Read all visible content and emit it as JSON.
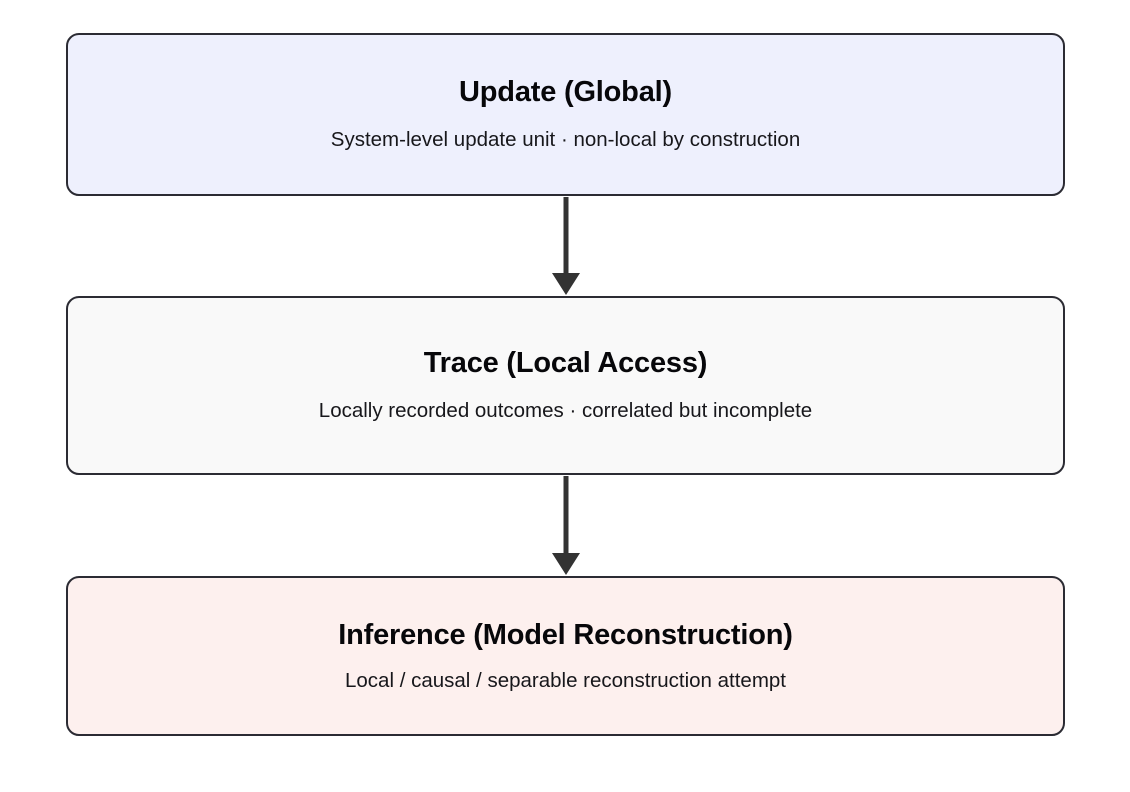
{
  "diagram": {
    "type": "flowchart",
    "orientation": "top-to-bottom",
    "background_color": "#ffffff",
    "nodes": [
      {
        "id": "update",
        "title": "Update (Global)",
        "subtitle": "System-level update unit · non-local by construction",
        "fill_color": "#eef0fd",
        "border_color": "#2b2b33"
      },
      {
        "id": "trace",
        "title": "Trace (Local Access)",
        "subtitle": "Locally recorded outcomes · correlated but incomplete",
        "fill_color": "#f9f9f9",
        "border_color": "#2b2b33"
      },
      {
        "id": "inference",
        "title": "Inference (Model Reconstruction)",
        "subtitle": "Local / causal / separable reconstruction attempt",
        "fill_color": "#fdf0ee",
        "border_color": "#2b2b33"
      }
    ],
    "edges": [
      {
        "id": "edge-update-trace",
        "from": "update",
        "to": "trace",
        "color": "#333333",
        "style": "solid-arrow"
      },
      {
        "id": "edge-trace-inference",
        "from": "trace",
        "to": "inference",
        "color": "#333333",
        "style": "solid-arrow"
      }
    ]
  }
}
